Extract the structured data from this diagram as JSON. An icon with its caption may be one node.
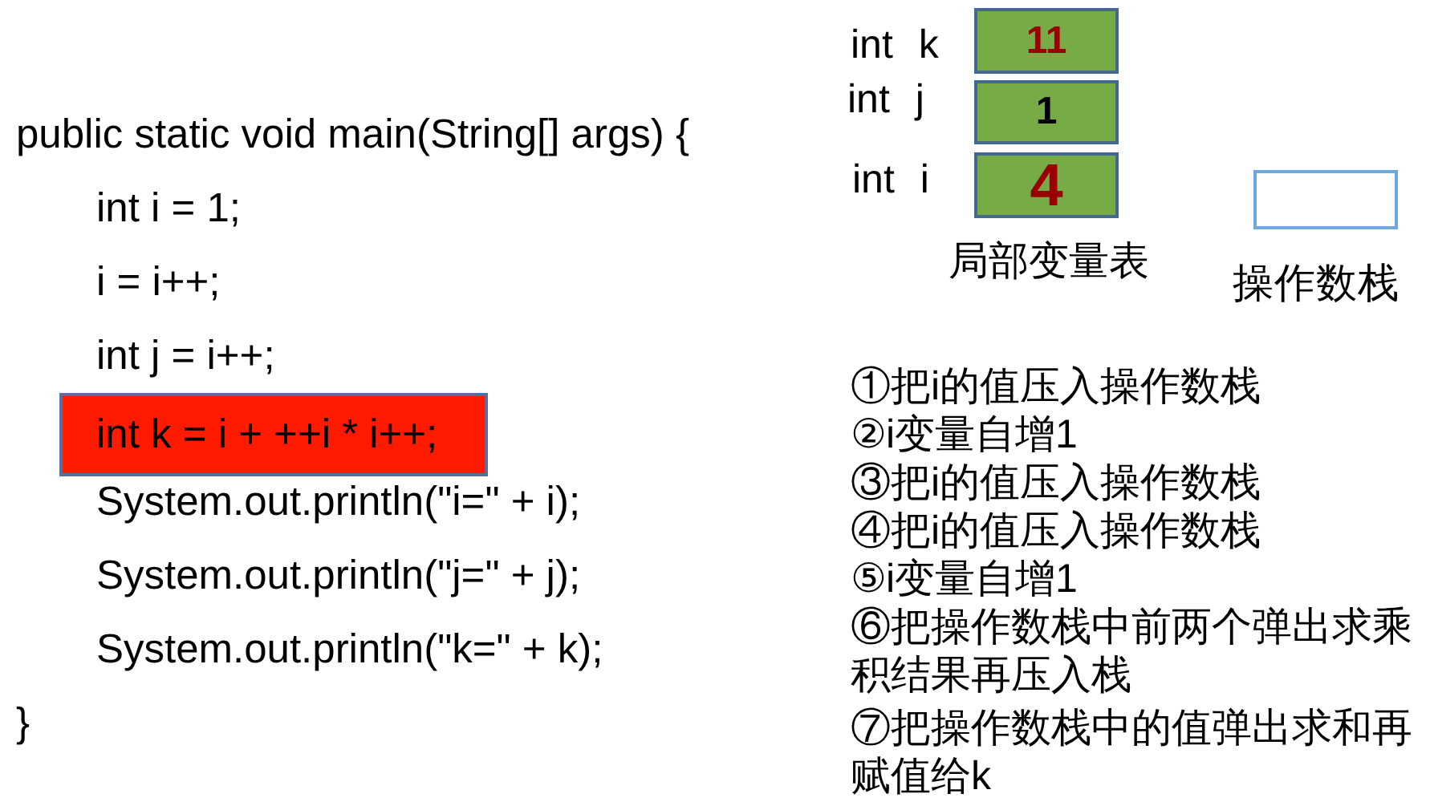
{
  "diagram": {
    "nodes": [
      {
        "text": [
          "int k = i + ++i * i++;"
        ]
      },
      {
        "text": [
          "11"
        ],
        "beside": [
          "int k"
        ]
      },
      {
        "text": [
          "1"
        ],
        "beside": [
          "int j"
        ]
      },
      {
        "text": [
          "4"
        ],
        "beside": [
          "int i"
        ]
      },
      {
        "text": [],
        "shape": "box",
        "beside": [
          "操作数栈"
        ]
      }
    ],
    "labels": [
      "public static void main(String[] args) {",
      "int i = 1;",
      "i = i++;",
      "int j = i++;",
      "System.out.println(\"i=\" + i);",
      "System.out.println(\"j=\" + j);",
      "System.out.println(\"k=\" + k);",
      "}",
      "局部变量表",
      "①把i的值压入操作数栈",
      "②i变量自增1",
      "③把i的值压入操作数栈",
      "④把i的值压入操作数栈",
      "⑤i变量自增1",
      "⑥把操作数栈中前两个弹出求乘积结果再压入栈",
      "⑦把操作数栈中的值弹出求和再赋值给k"
    ]
  }
}
